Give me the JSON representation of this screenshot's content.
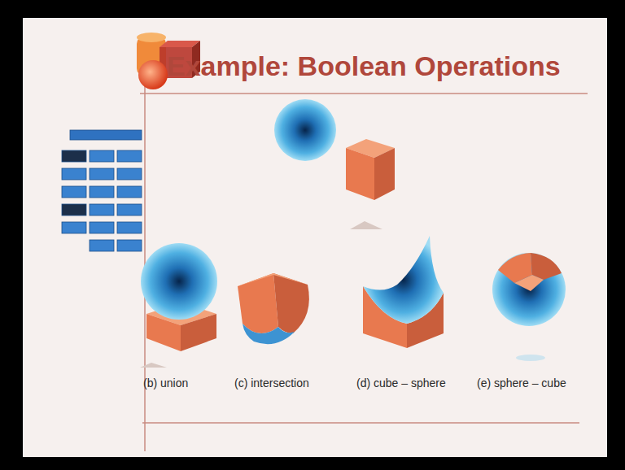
{
  "diagram": {
    "title": "Example: Boolean Operations",
    "labels": [
      "(b) union",
      "(c) intersection",
      "(d) cube – sphere",
      "(e) sphere – cube"
    ]
  }
}
